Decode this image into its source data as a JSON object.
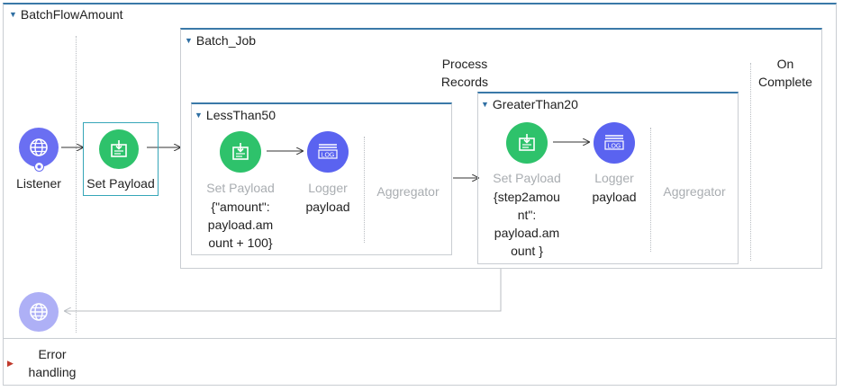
{
  "flow": {
    "title": "BatchFlowAmount",
    "listener_label": "Listener",
    "set_payload_label": "Set Payload",
    "error_handling": [
      "Error",
      "handling"
    ]
  },
  "batch_job": {
    "title": "Batch_Job",
    "process_records": [
      "Process",
      "Records"
    ],
    "on_complete": [
      "On",
      "Complete"
    ]
  },
  "step1": {
    "title": "LessThan50",
    "set_payload_label": "Set Payload",
    "set_payload_expr": [
      "{\"amount\":",
      "payload.am",
      "ount + 100}"
    ],
    "logger_label": "Logger",
    "logger_value": "payload",
    "aggregator_label": "Aggregator"
  },
  "step2": {
    "title": "GreaterThan20",
    "set_payload_label": "Set Payload",
    "set_payload_expr": [
      "{step2amou",
      "nt\":",
      "payload.am",
      "ount }"
    ],
    "logger_label": "Logger",
    "logger_value": "payload",
    "aggregator_label": "Aggregator"
  },
  "icons": {
    "log_text": "LOG"
  },
  "colors": {
    "accent_blue": "#3a79a8",
    "green": "#2ec26b",
    "purple": "#5a63f0",
    "selection": "#36a6b8"
  }
}
